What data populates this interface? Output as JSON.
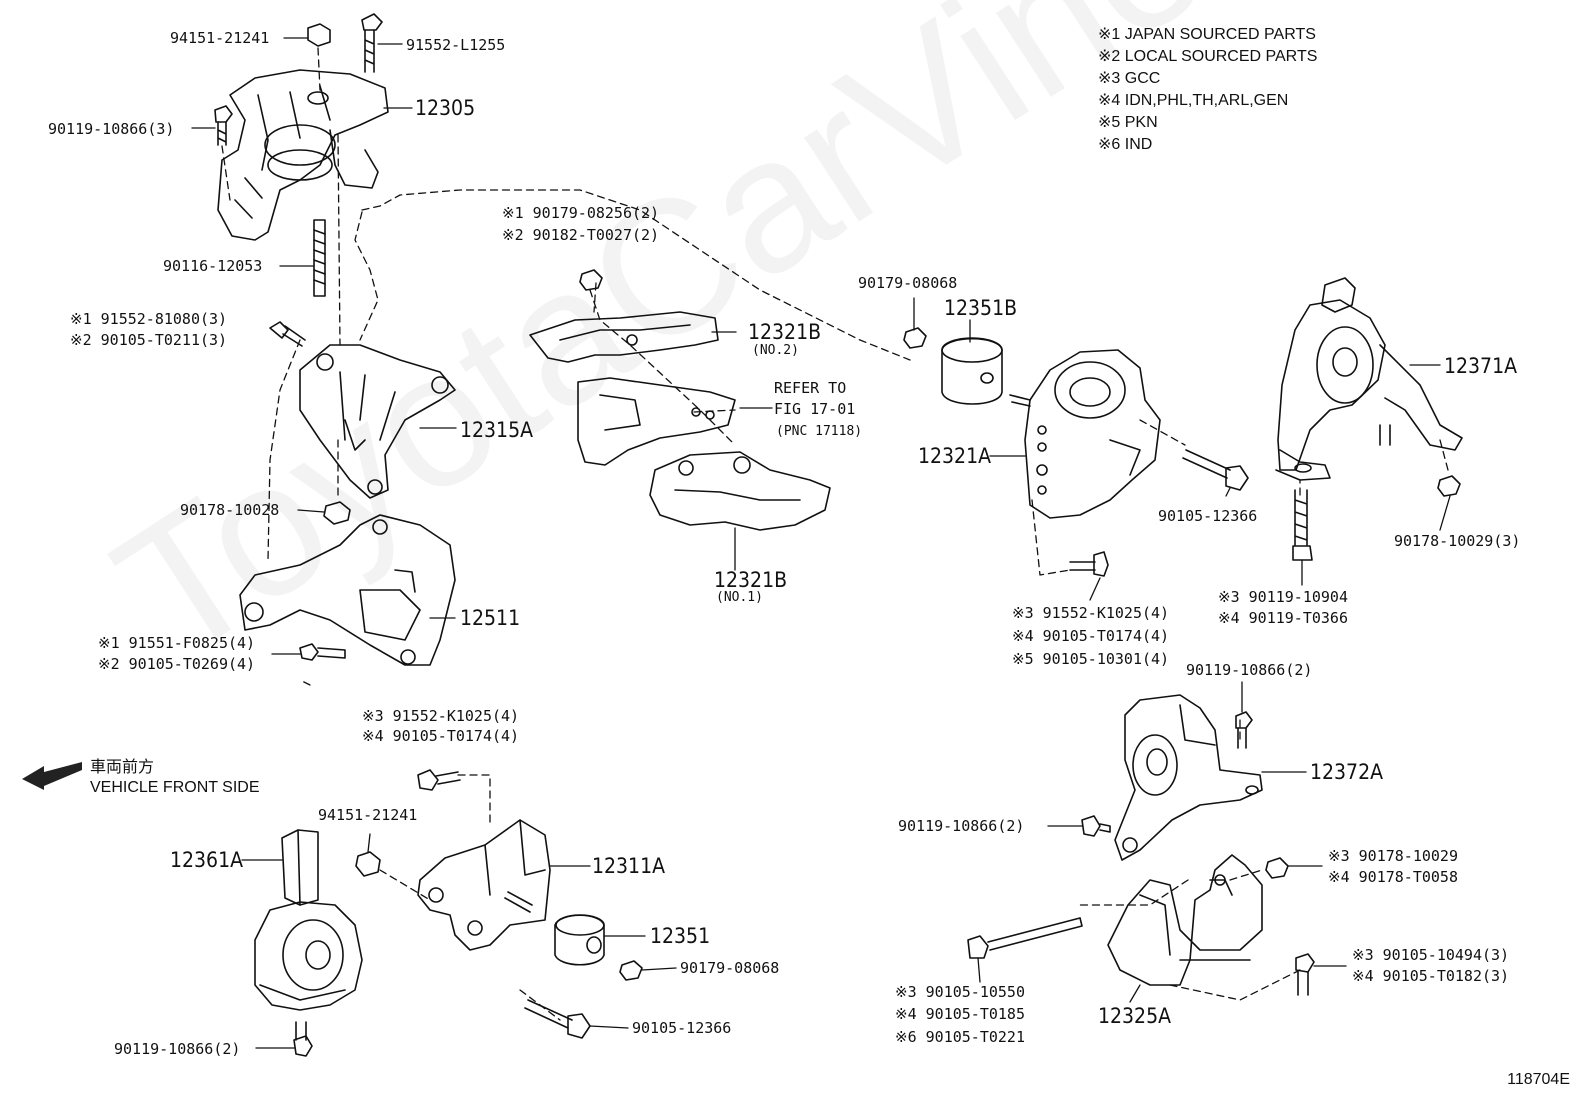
{
  "legend": [
    "※1 JAPAN SOURCED PARTS",
    "※2 LOCAL SOURCED PARTS",
    "※3 GCC",
    "※4 IDN,PHL,TH,ARL,GEN",
    "※5 PKN",
    "※6 IND"
  ],
  "watermark": "ToyotaCarVine.ru",
  "diagram_id": "118704E",
  "front_jp": "車両前方",
  "front_en": "VEHICLE FRONT SIDE",
  "labels": {
    "p94151_top": "94151-21241",
    "p91552_L1255": "91552-L1255",
    "p12305": "12305",
    "p90119_10866_3": "90119-10866(3)",
    "p90116_12053": "90116-12053",
    "p91552_81080": "※1 91552-81080(3)",
    "p90105_T0211": "※2 90105-T0211(3)",
    "p12315A": "12315A",
    "p90178_10028": "90178-10028",
    "p12511": "12511",
    "p91551_F0825": "※1 91551-F0825(4)",
    "p90105_T0269": "※2 90105-T0269(4)",
    "p90179_08256": "※1 90179-08256(2)",
    "p90182_T0027": "※2 90182-T0027(2)",
    "p12321B_no2": "12321B",
    "no2": "(NO.2)",
    "refer1": "REFER TO",
    "refer2": "FIG 17-01",
    "refer3": "(PNC 17118)",
    "p12321B_no1": "12321B",
    "no1": "(NO.1)",
    "p90179_08068_top": "90179-08068",
    "p12351B": "12351B",
    "p12321A": "12321A",
    "p90105_12366_right": "90105-12366",
    "p12371A": "12371A",
    "p90178_10029_3": "90178-10029(3)",
    "p90119_10904": "※3 90119-10904",
    "p90119_T0366": "※4 90119-T0366",
    "p91552_K1025_right": "※3 91552-K1025(4)",
    "p90105_T0174_right": "※4 90105-T0174(4)",
    "p90105_10301": "※5 90105-10301(4)",
    "p90119_10866_2_a": "90119-10866(2)",
    "p12372A": "12372A",
    "p90119_10866_2_b": "90119-10866(2)",
    "p90178_10029": "※3 90178-10029",
    "p90178_T0058": "※4 90178-T0058",
    "p90105_10494": "※3 90105-10494(3)",
    "p90105_T0182": "※4 90105-T0182(3)",
    "p90105_10550": "※3 90105-10550",
    "p90105_T0185": "※4 90105-T0185",
    "p90105_T0221": "※6 90105-T0221",
    "p12325A": "12325A",
    "p91552_K1025_left": "※3 91552-K1025(4)",
    "p90105_T0174_left": "※4 90105-T0174(4)",
    "p94151_bottom": "94151-21241",
    "p12311A": "12311A",
    "p12361A": "12361A",
    "p12351": "12351",
    "p90179_08068_bottom": "90179-08068",
    "p90105_12366_bottom": "90105-12366",
    "p90119_10866_2_c": "90119-10866(2)"
  }
}
